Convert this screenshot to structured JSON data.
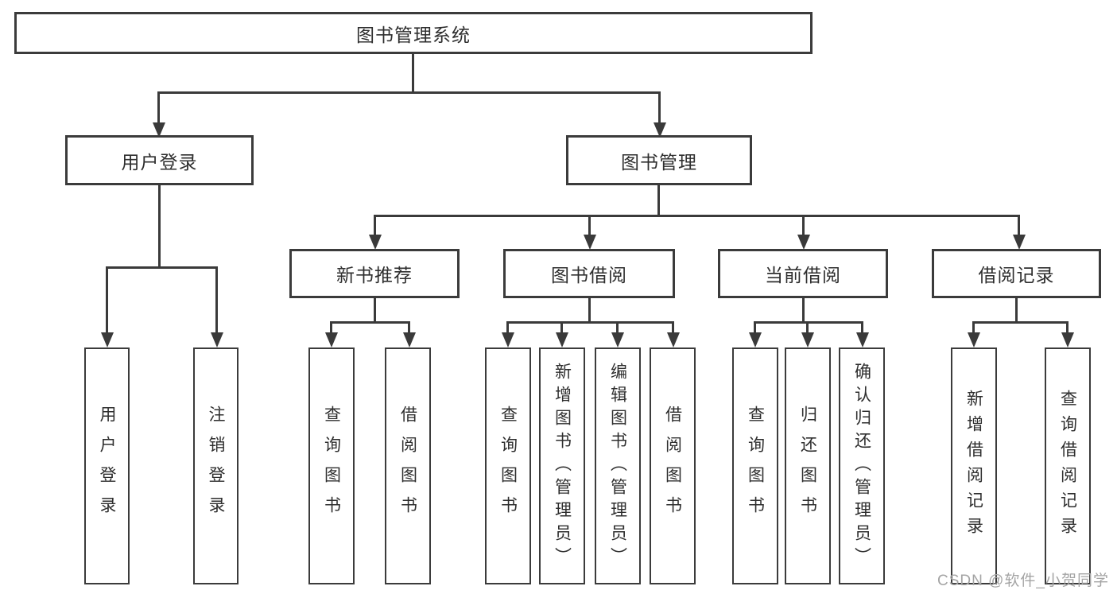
{
  "nodes": {
    "root": "图书管理系统",
    "user_login": "用户登录",
    "book_mgmt": "图书管理",
    "new_book_rec": "新书推荐",
    "book_borrow": "图书借阅",
    "current_borrow": "当前借阅",
    "borrow_record": "借阅记录",
    "leaf_user_login": "用户登录",
    "leaf_logout": "注销登录",
    "leaf_rec_query": "查询图书",
    "leaf_rec_borrow": "借阅图书",
    "leaf_bb_query": "查询图书",
    "leaf_bb_add": "新增图书（管理员）",
    "leaf_bb_edit": "编辑图书（管理员）",
    "leaf_bb_borrow": "借阅图书",
    "leaf_cb_query": "查询图书",
    "leaf_cb_return": "归还图书",
    "leaf_cb_confirm": "确认归还（管理员）",
    "leaf_br_add": "新增借阅记录",
    "leaf_br_query": "查询借阅记录"
  },
  "hierarchy": {
    "图书管理系统": {
      "用户登录": [
        "用户登录",
        "注销登录"
      ],
      "图书管理": {
        "新书推荐": [
          "查询图书",
          "借阅图书"
        ],
        "图书借阅": [
          "查询图书",
          "新增图书（管理员）",
          "编辑图书（管理员）",
          "借阅图书"
        ],
        "当前借阅": [
          "查询图书",
          "归还图书",
          "确认归还（管理员）"
        ],
        "借阅记录": [
          "新增借阅记录",
          "查询借阅记录"
        ]
      }
    }
  },
  "watermark": "CSDN @软件_小贺同学",
  "colors": {
    "line": "#3a3a3a",
    "box_border": "#3b3b3b",
    "text": "#2e2e2e",
    "watermark": "#a4a4a4",
    "background": "#ffffff"
  }
}
